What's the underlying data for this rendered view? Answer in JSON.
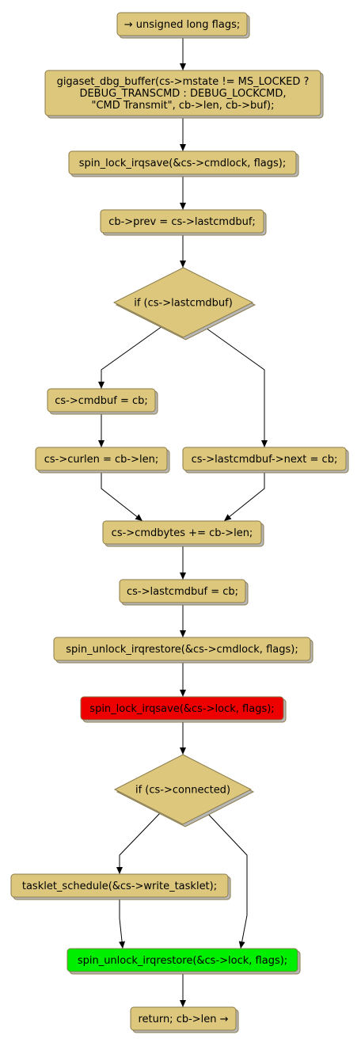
{
  "colors": {
    "node_fill": "#dcc77c",
    "node_stroke": "#8a7a4a",
    "highlight_red": "#ee0000",
    "highlight_green": "#00ee00",
    "edge": "#000000"
  },
  "nodes": [
    {
      "id": "n1",
      "shape": "box",
      "lines": [
        "→ unsigned long flags;"
      ]
    },
    {
      "id": "n2",
      "shape": "box",
      "lines": [
        "gigaset_dbg_buffer(cs->mstate != MS_LOCKED ?",
        "DEBUG_TRANSCMD : DEBUG_LOCKCMD,",
        "\"CMD Transmit\", cb->len, cb->buf);"
      ]
    },
    {
      "id": "n3",
      "shape": "box",
      "lines": [
        "spin_lock_irqsave(&cs->cmdlock, flags);"
      ]
    },
    {
      "id": "n4",
      "shape": "box",
      "lines": [
        "cb->prev = cs->lastcmdbuf;"
      ]
    },
    {
      "id": "n5",
      "shape": "diamond",
      "lines": [
        "if (cs->lastcmdbuf)"
      ]
    },
    {
      "id": "n6",
      "shape": "box",
      "lines": [
        "cs->cmdbuf = cb;"
      ]
    },
    {
      "id": "n7",
      "shape": "box",
      "lines": [
        "cs->curlen = cb->len;"
      ]
    },
    {
      "id": "n8",
      "shape": "box",
      "lines": [
        "cs->lastcmdbuf->next = cb;"
      ]
    },
    {
      "id": "n9",
      "shape": "box",
      "lines": [
        "cs->cmdbytes += cb->len;"
      ]
    },
    {
      "id": "n10",
      "shape": "box",
      "lines": [
        "cs->lastcmdbuf = cb;"
      ]
    },
    {
      "id": "n11",
      "shape": "box",
      "lines": [
        "spin_unlock_irqrestore(&cs->cmdlock, flags);"
      ]
    },
    {
      "id": "n12",
      "shape": "box",
      "highlight": "red",
      "lines": [
        "spin_lock_irqsave(&cs->lock, flags);"
      ]
    },
    {
      "id": "n13",
      "shape": "diamond",
      "lines": [
        "if (cs->connected)"
      ]
    },
    {
      "id": "n14",
      "shape": "box",
      "lines": [
        "tasklet_schedule(&cs->write_tasklet);"
      ]
    },
    {
      "id": "n15",
      "shape": "box",
      "highlight": "green",
      "lines": [
        "spin_unlock_irqrestore(&cs->lock, flags);"
      ]
    },
    {
      "id": "n16",
      "shape": "box",
      "lines": [
        "return; cb->len →"
      ]
    }
  ],
  "edges": [
    {
      "from": "n1",
      "to": "n2"
    },
    {
      "from": "n2",
      "to": "n3"
    },
    {
      "from": "n3",
      "to": "n4"
    },
    {
      "from": "n4",
      "to": "n5"
    },
    {
      "from": "n5",
      "to": "n6"
    },
    {
      "from": "n5",
      "to": "n8"
    },
    {
      "from": "n6",
      "to": "n7"
    },
    {
      "from": "n7",
      "to": "n9"
    },
    {
      "from": "n8",
      "to": "n9"
    },
    {
      "from": "n9",
      "to": "n10"
    },
    {
      "from": "n10",
      "to": "n11"
    },
    {
      "from": "n11",
      "to": "n12"
    },
    {
      "from": "n12",
      "to": "n13"
    },
    {
      "from": "n13",
      "to": "n14"
    },
    {
      "from": "n13",
      "to": "n15"
    },
    {
      "from": "n14",
      "to": "n15"
    },
    {
      "from": "n15",
      "to": "n16"
    }
  ]
}
